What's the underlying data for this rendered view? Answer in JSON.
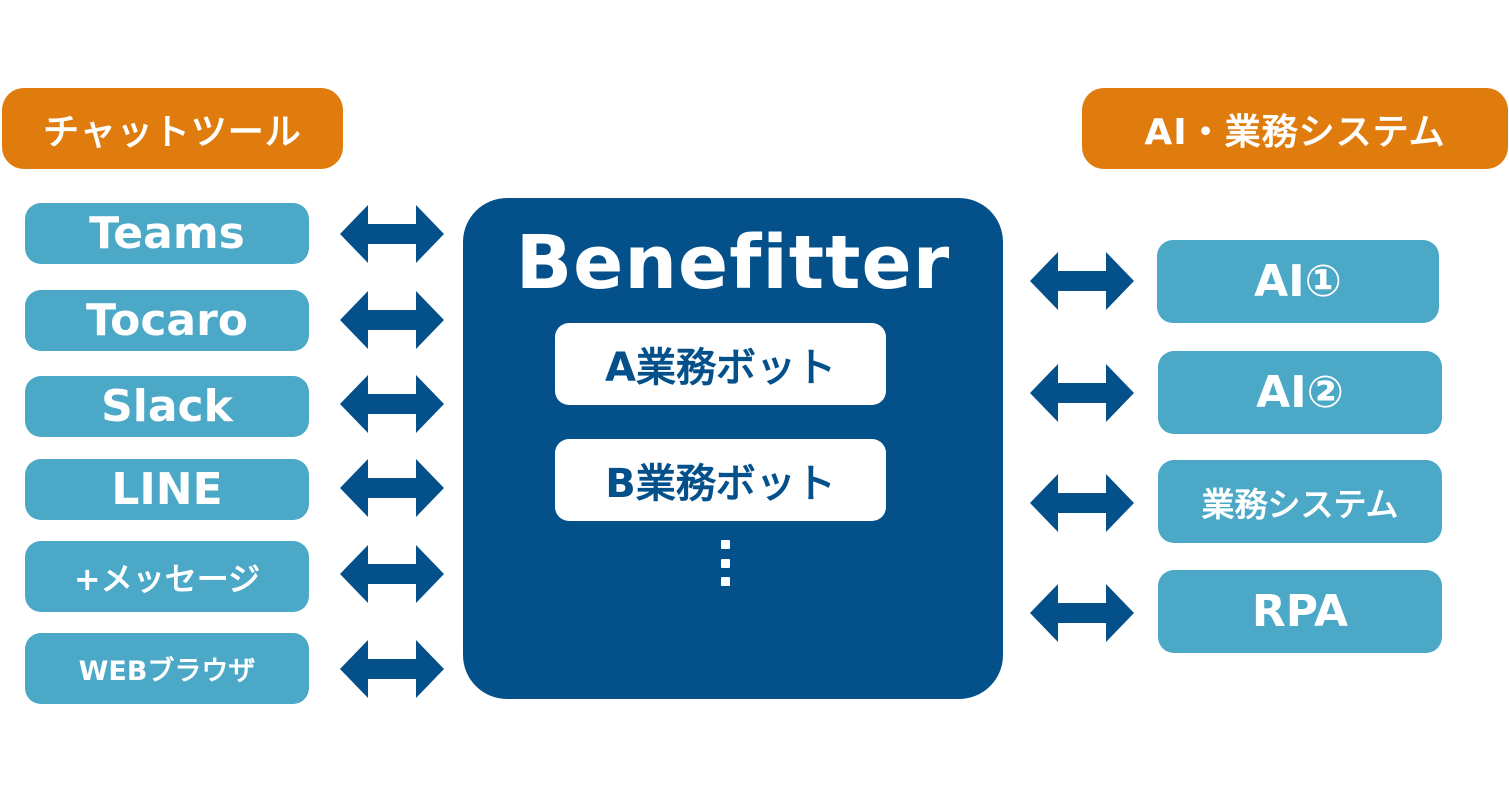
{
  "headers": {
    "left": "チャットツール",
    "right": "AI・業務システム"
  },
  "left_tools": [
    "Teams",
    "Tocaro",
    "Slack",
    "LINE",
    "+メッセージ",
    "WEBブラウザ"
  ],
  "hub": {
    "title": "Benefitter",
    "bots": [
      "A業務ボット",
      "B業務ボット"
    ],
    "ellipsis": "⋮"
  },
  "right_systems": [
    "AI①",
    "AI②",
    "業務システム",
    "RPA"
  ],
  "colors": {
    "header": "#e07b0e",
    "pill": "#4ba9c7",
    "hub": "#03508b",
    "arrow": "#03508b"
  },
  "icons": {
    "connector": "double-arrow-icon",
    "more": "vertical-ellipsis-icon"
  }
}
